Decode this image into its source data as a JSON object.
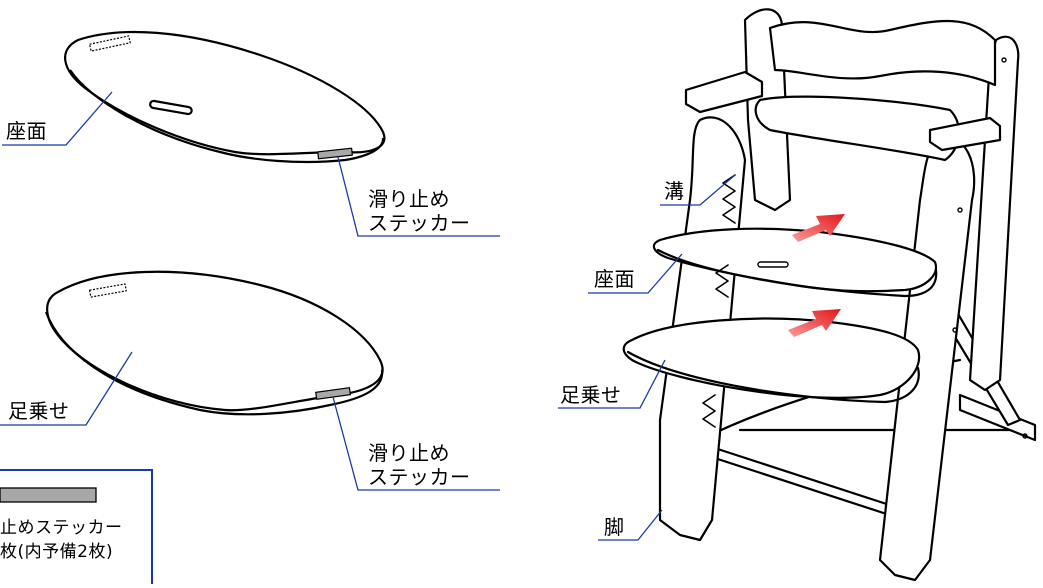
{
  "labels": {
    "seat_left": "座面",
    "sticker_1_line1": "滑り止め",
    "sticker_1_line2": "ステッカー",
    "footrest_left": "足乗せ",
    "sticker_2_line1": "滑り止め",
    "sticker_2_line2": "ステッカー",
    "inset_line1": "止めステッカー",
    "inset_line2": "枚(内予備2枚)",
    "groove": "溝",
    "seat_right": "座面",
    "footrest_right": "足乗せ",
    "leg": "脚"
  },
  "colors": {
    "leader_line": "#1a3aa8",
    "inset_border": "#1a3aa8",
    "sticker_fill": "#a8a8a8",
    "arrow": "#e02020",
    "outline": "#000000"
  }
}
